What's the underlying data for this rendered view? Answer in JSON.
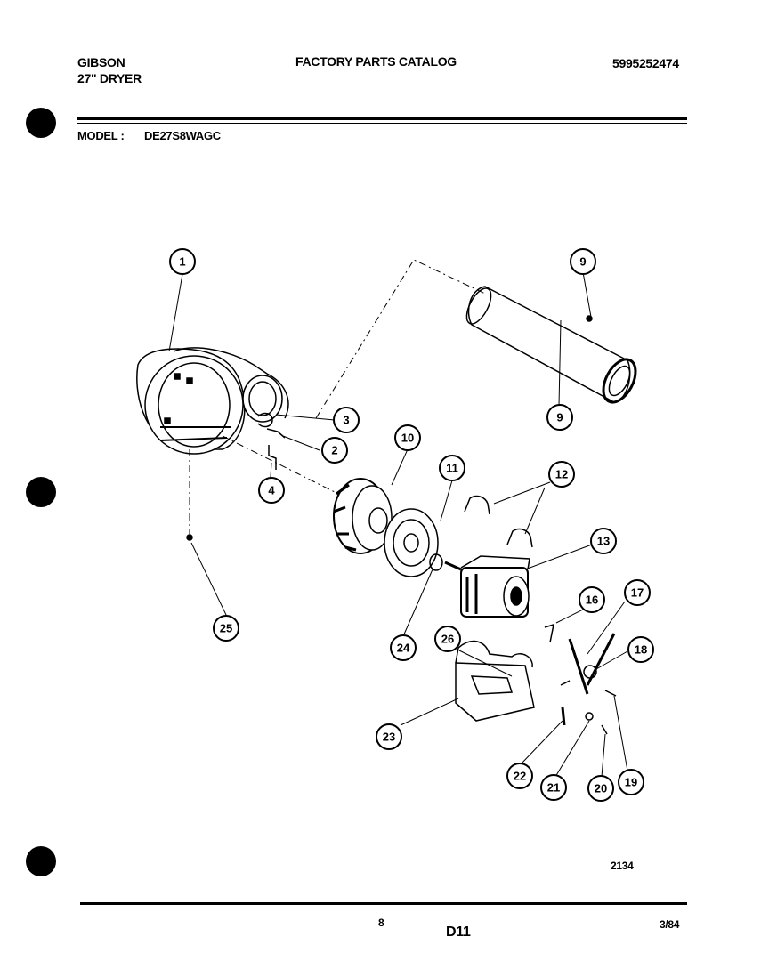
{
  "header": {
    "brand": "GIBSON",
    "product": "27\" DRYER",
    "catalog_title": "FACTORY PARTS CATALOG",
    "catalog_number": "5995252474",
    "model_label": "MODEL :",
    "model_number": "DE27S8WAGC"
  },
  "diagram": {
    "callouts": [
      "1",
      "2",
      "3",
      "4",
      "9",
      "9",
      "10",
      "11",
      "12",
      "13",
      "16",
      "17",
      "18",
      "19",
      "20",
      "21",
      "22",
      "23",
      "24",
      "25",
      "26"
    ],
    "drawing_number": "2134"
  },
  "footer": {
    "page_number": "8",
    "section_code": "D11",
    "date": "3/84"
  }
}
